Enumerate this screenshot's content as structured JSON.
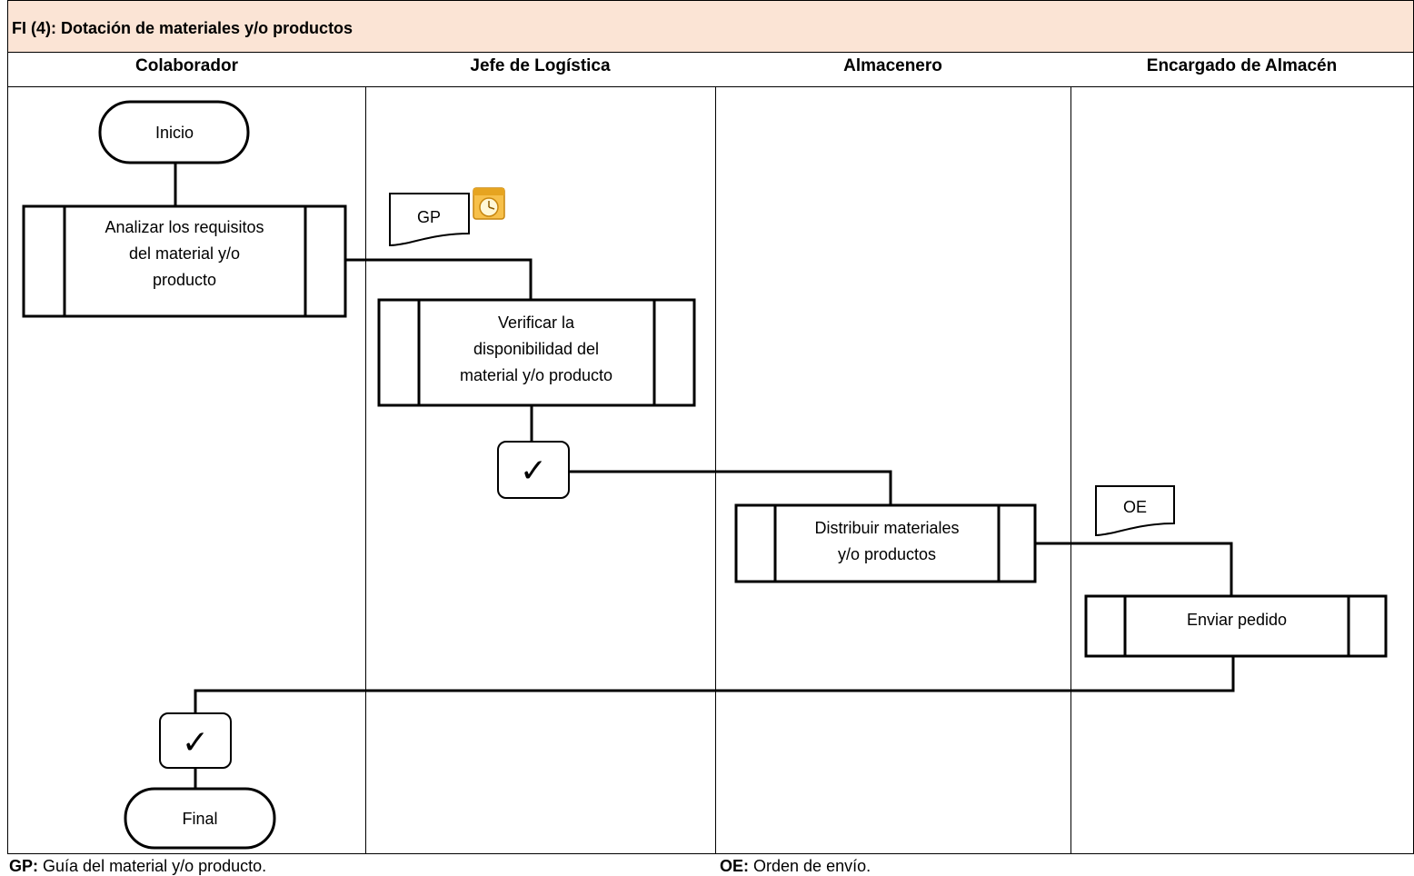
{
  "title": "FI (4): Dotación de materiales y/o productos",
  "lanes": [
    {
      "label": "Colaborador"
    },
    {
      "label": "Jefe de Logística"
    },
    {
      "label": "Almacenero"
    },
    {
      "label": "Encargado de Almacén"
    }
  ],
  "nodes": {
    "inicio": "Inicio",
    "analizar": [
      "Analizar los requisitos",
      "del material y/o",
      "producto"
    ],
    "doc_gp": "GP",
    "verificar": [
      "Verificar la",
      "disponibilidad del",
      "material y/o producto"
    ],
    "check_1": "✓",
    "distribuir": [
      "Distribuir materiales",
      "y/o productos"
    ],
    "doc_oe": "OE",
    "enviar": [
      "Enviar pedido"
    ],
    "check_2": "✓",
    "final": "Final"
  },
  "legend": {
    "gp_key": "GP:",
    "gp_text": " Guía del material y/o producto.",
    "oe_key": "OE:",
    "oe_text": " Orden de envío."
  }
}
